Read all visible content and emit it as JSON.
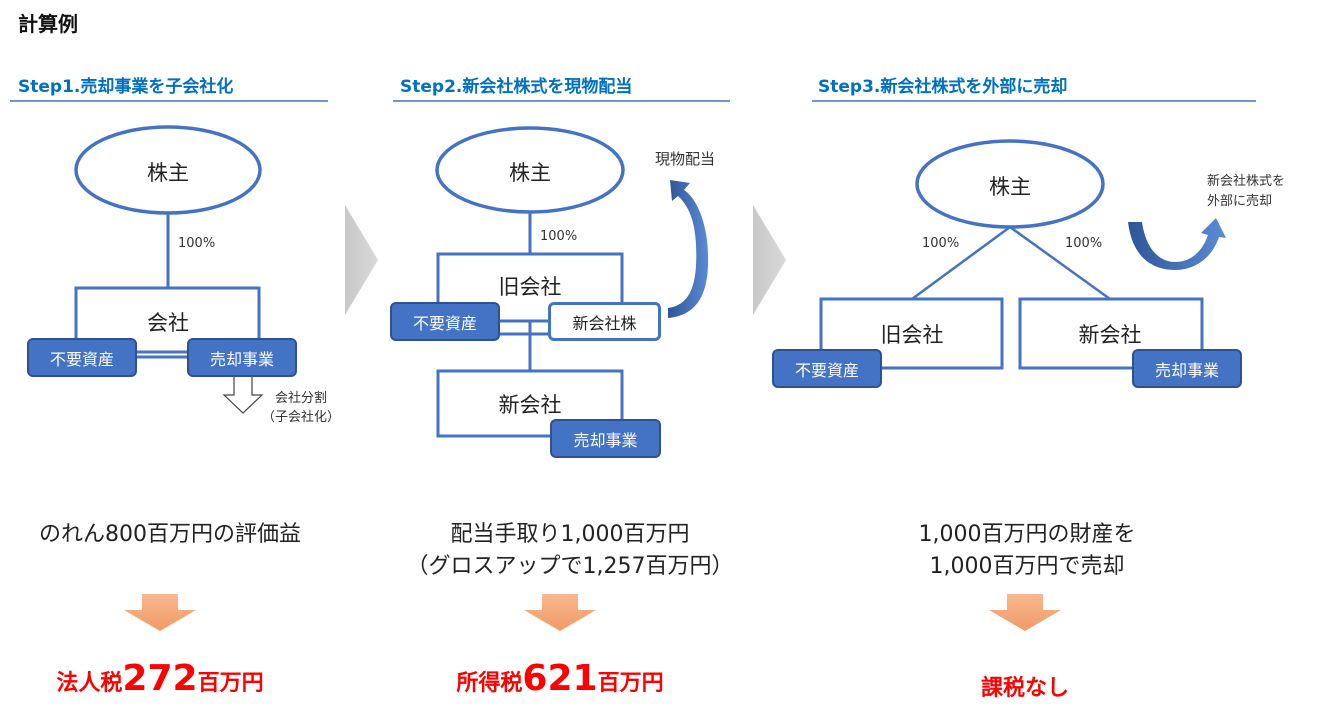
{
  "title": "計算例",
  "colors": {
    "accent": "#0070C0",
    "node_fill": "#4472C4",
    "result": "#FF0000",
    "down_arrow": "#F4A77A"
  },
  "steps": [
    {
      "header": "Step1.売却事業を子会社化",
      "shareholder": "株主",
      "percent": "100%",
      "company": "会社",
      "asset_unneeded": "不要資産",
      "business_sold": "売却事業",
      "split_label_1": "会社分割",
      "split_label_2": "（子会社化）",
      "desc_1": "のれん800百万円の評価益",
      "result_prefix": "法人税",
      "result_number": "272",
      "result_suffix": "百万円"
    },
    {
      "header": "Step2.新会社株式を現物配当",
      "shareholder": "株主",
      "percent": "100%",
      "old_company": "旧会社",
      "asset_unneeded": "不要資産",
      "new_company_shares": "新会社株",
      "new_company": "新会社",
      "business_sold": "売却事業",
      "dividend_label": "現物配当",
      "desc_1": "配当手取り1,000百万円",
      "desc_2": "（グロスアップで1,257百万円）",
      "result_prefix": "所得税",
      "result_number": "621",
      "result_suffix": "百万円"
    },
    {
      "header": "Step3.新会社株式を外部に売却",
      "shareholder": "株主",
      "percent_left": "100%",
      "percent_right": "100%",
      "old_company": "旧会社",
      "new_company": "新会社",
      "asset_unneeded": "不要資産",
      "business_sold": "売却事業",
      "sale_label_1": "新会社株式を",
      "sale_label_2": "外部に売却",
      "desc_1": "1,000百万円の財産を",
      "desc_2": "1,000百万円で売却",
      "result": "課税なし"
    }
  ]
}
